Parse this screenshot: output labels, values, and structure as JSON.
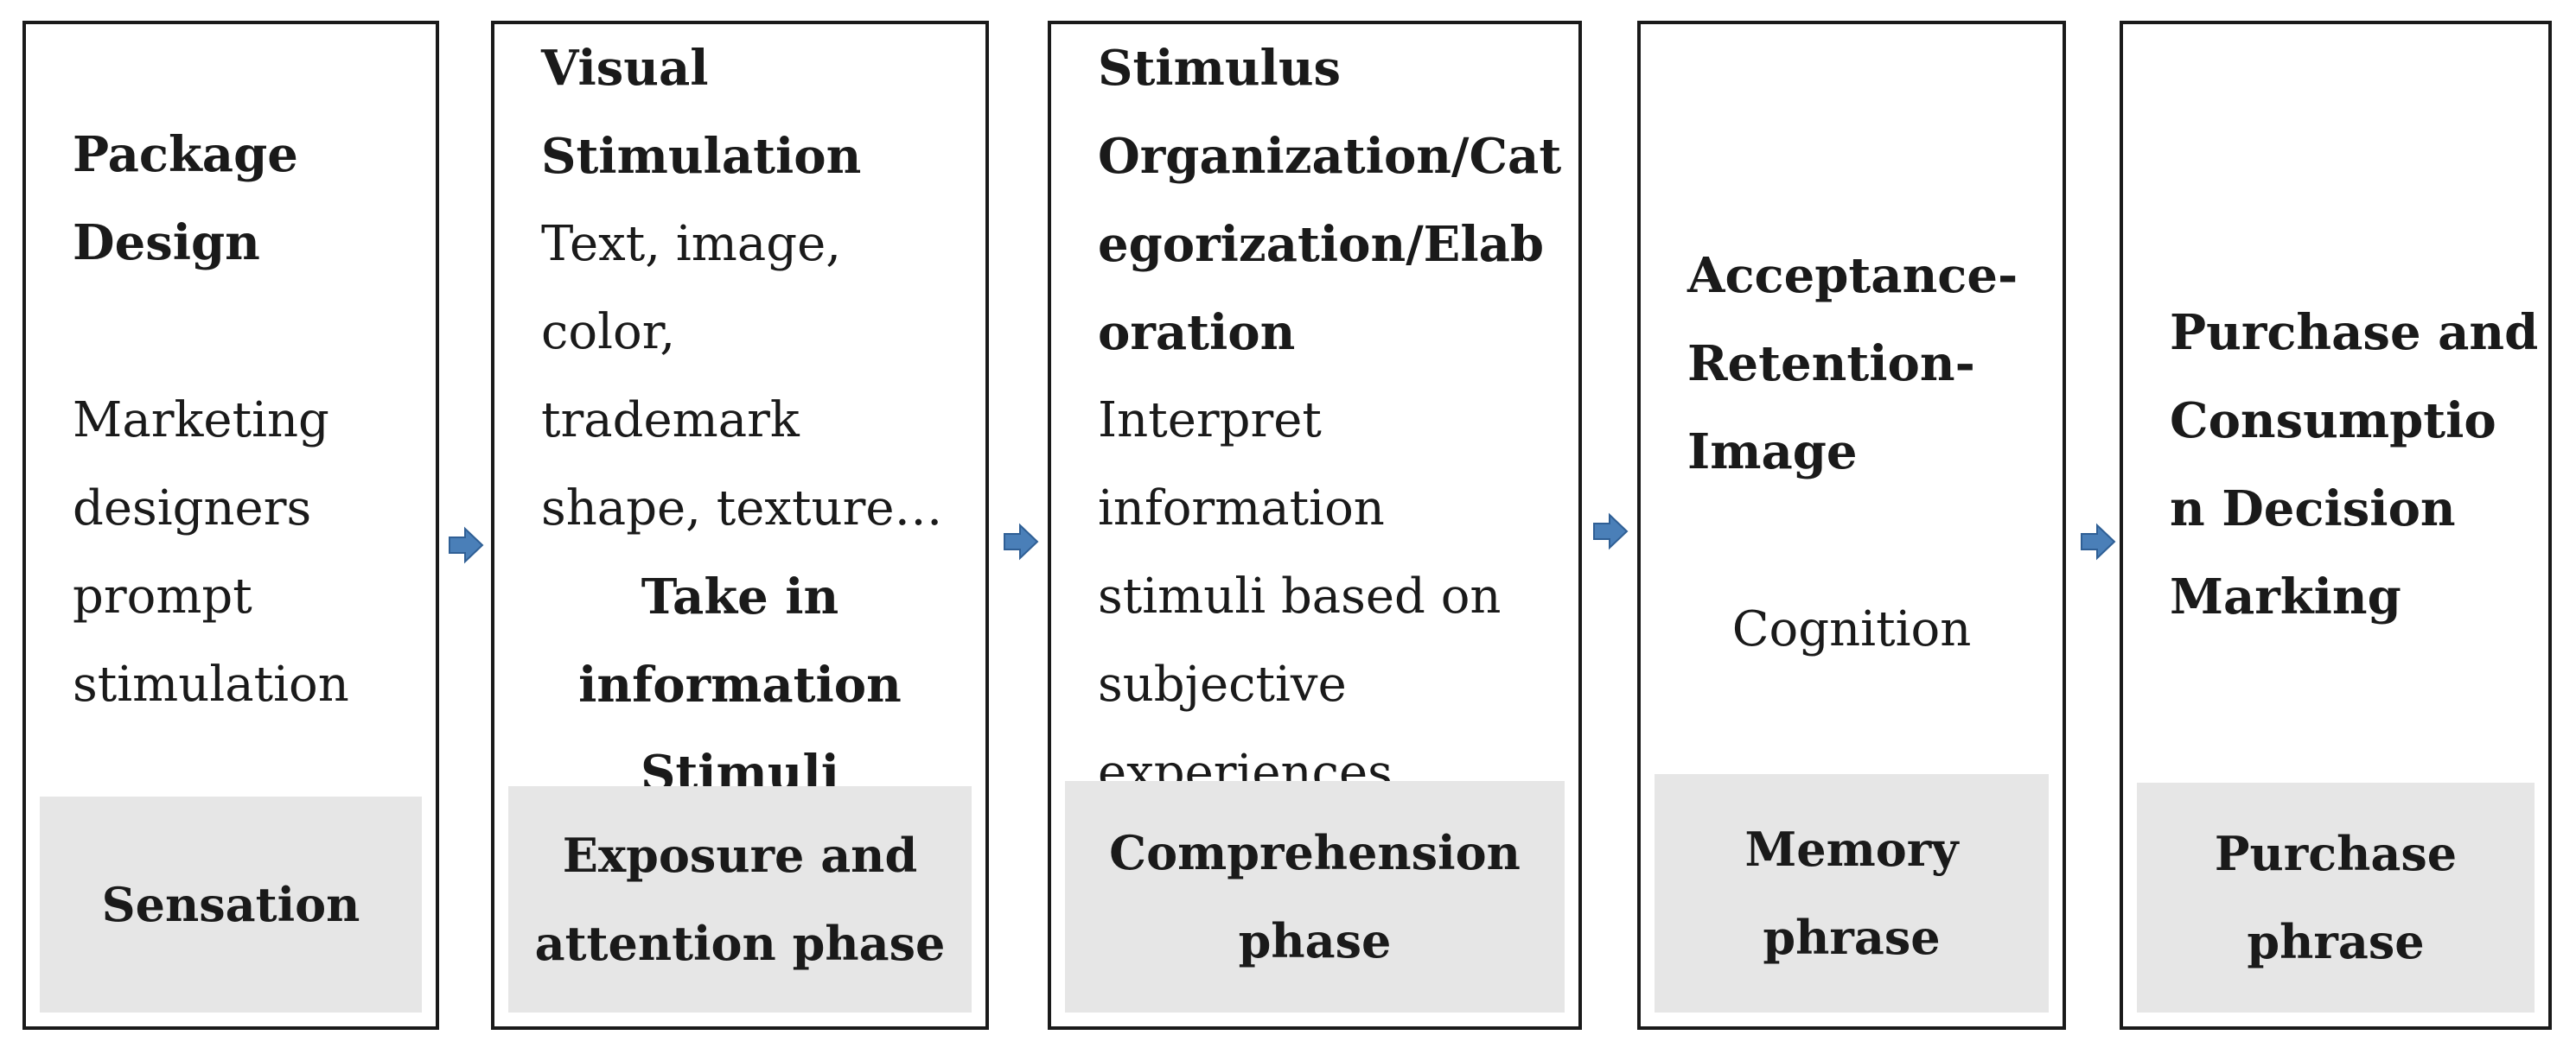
{
  "stages": [
    {
      "heading_lines": [
        "Package",
        "Design"
      ],
      "body_lines": [
        "Marketing",
        "designers",
        "prompt",
        "stimulation"
      ],
      "phase_lines": [
        "Sensation"
      ]
    },
    {
      "heading_lines": [
        "Visual",
        "Stimulation"
      ],
      "body_lines": [
        "Text, image,",
        "color,",
        "trademark",
        "shape, texture…"
      ],
      "sub_heading_lines": [
        "Take in",
        "information",
        "Stimuli"
      ],
      "phase_lines": [
        "Exposure and",
        "attention phase"
      ]
    },
    {
      "heading_lines": [
        "Stimulus",
        "Organization/Cat",
        "egorization/Elab",
        "oration"
      ],
      "body_lines": [
        "Interpret",
        "information",
        "stimuli based on",
        "subjective",
        "experiences"
      ],
      "phase_lines": [
        "Comprehension",
        "phase"
      ]
    },
    {
      "heading_lines": [
        "Acceptance-",
        "Retention-",
        "Image"
      ],
      "body_lines": [
        "Cognition"
      ],
      "phase_lines": [
        "Memory",
        "phrase"
      ]
    },
    {
      "heading_lines": [
        "Purchase and",
        "Consumptio",
        "n Decision",
        "Marking"
      ],
      "phase_lines": [
        "Purchase",
        "phrase"
      ]
    }
  ],
  "colors": {
    "arrow": "#4a7fb8",
    "phase_background": "#e6e6e6",
    "border": "#1a1a1a"
  },
  "icons": {
    "connector": "right-arrow-icon"
  }
}
